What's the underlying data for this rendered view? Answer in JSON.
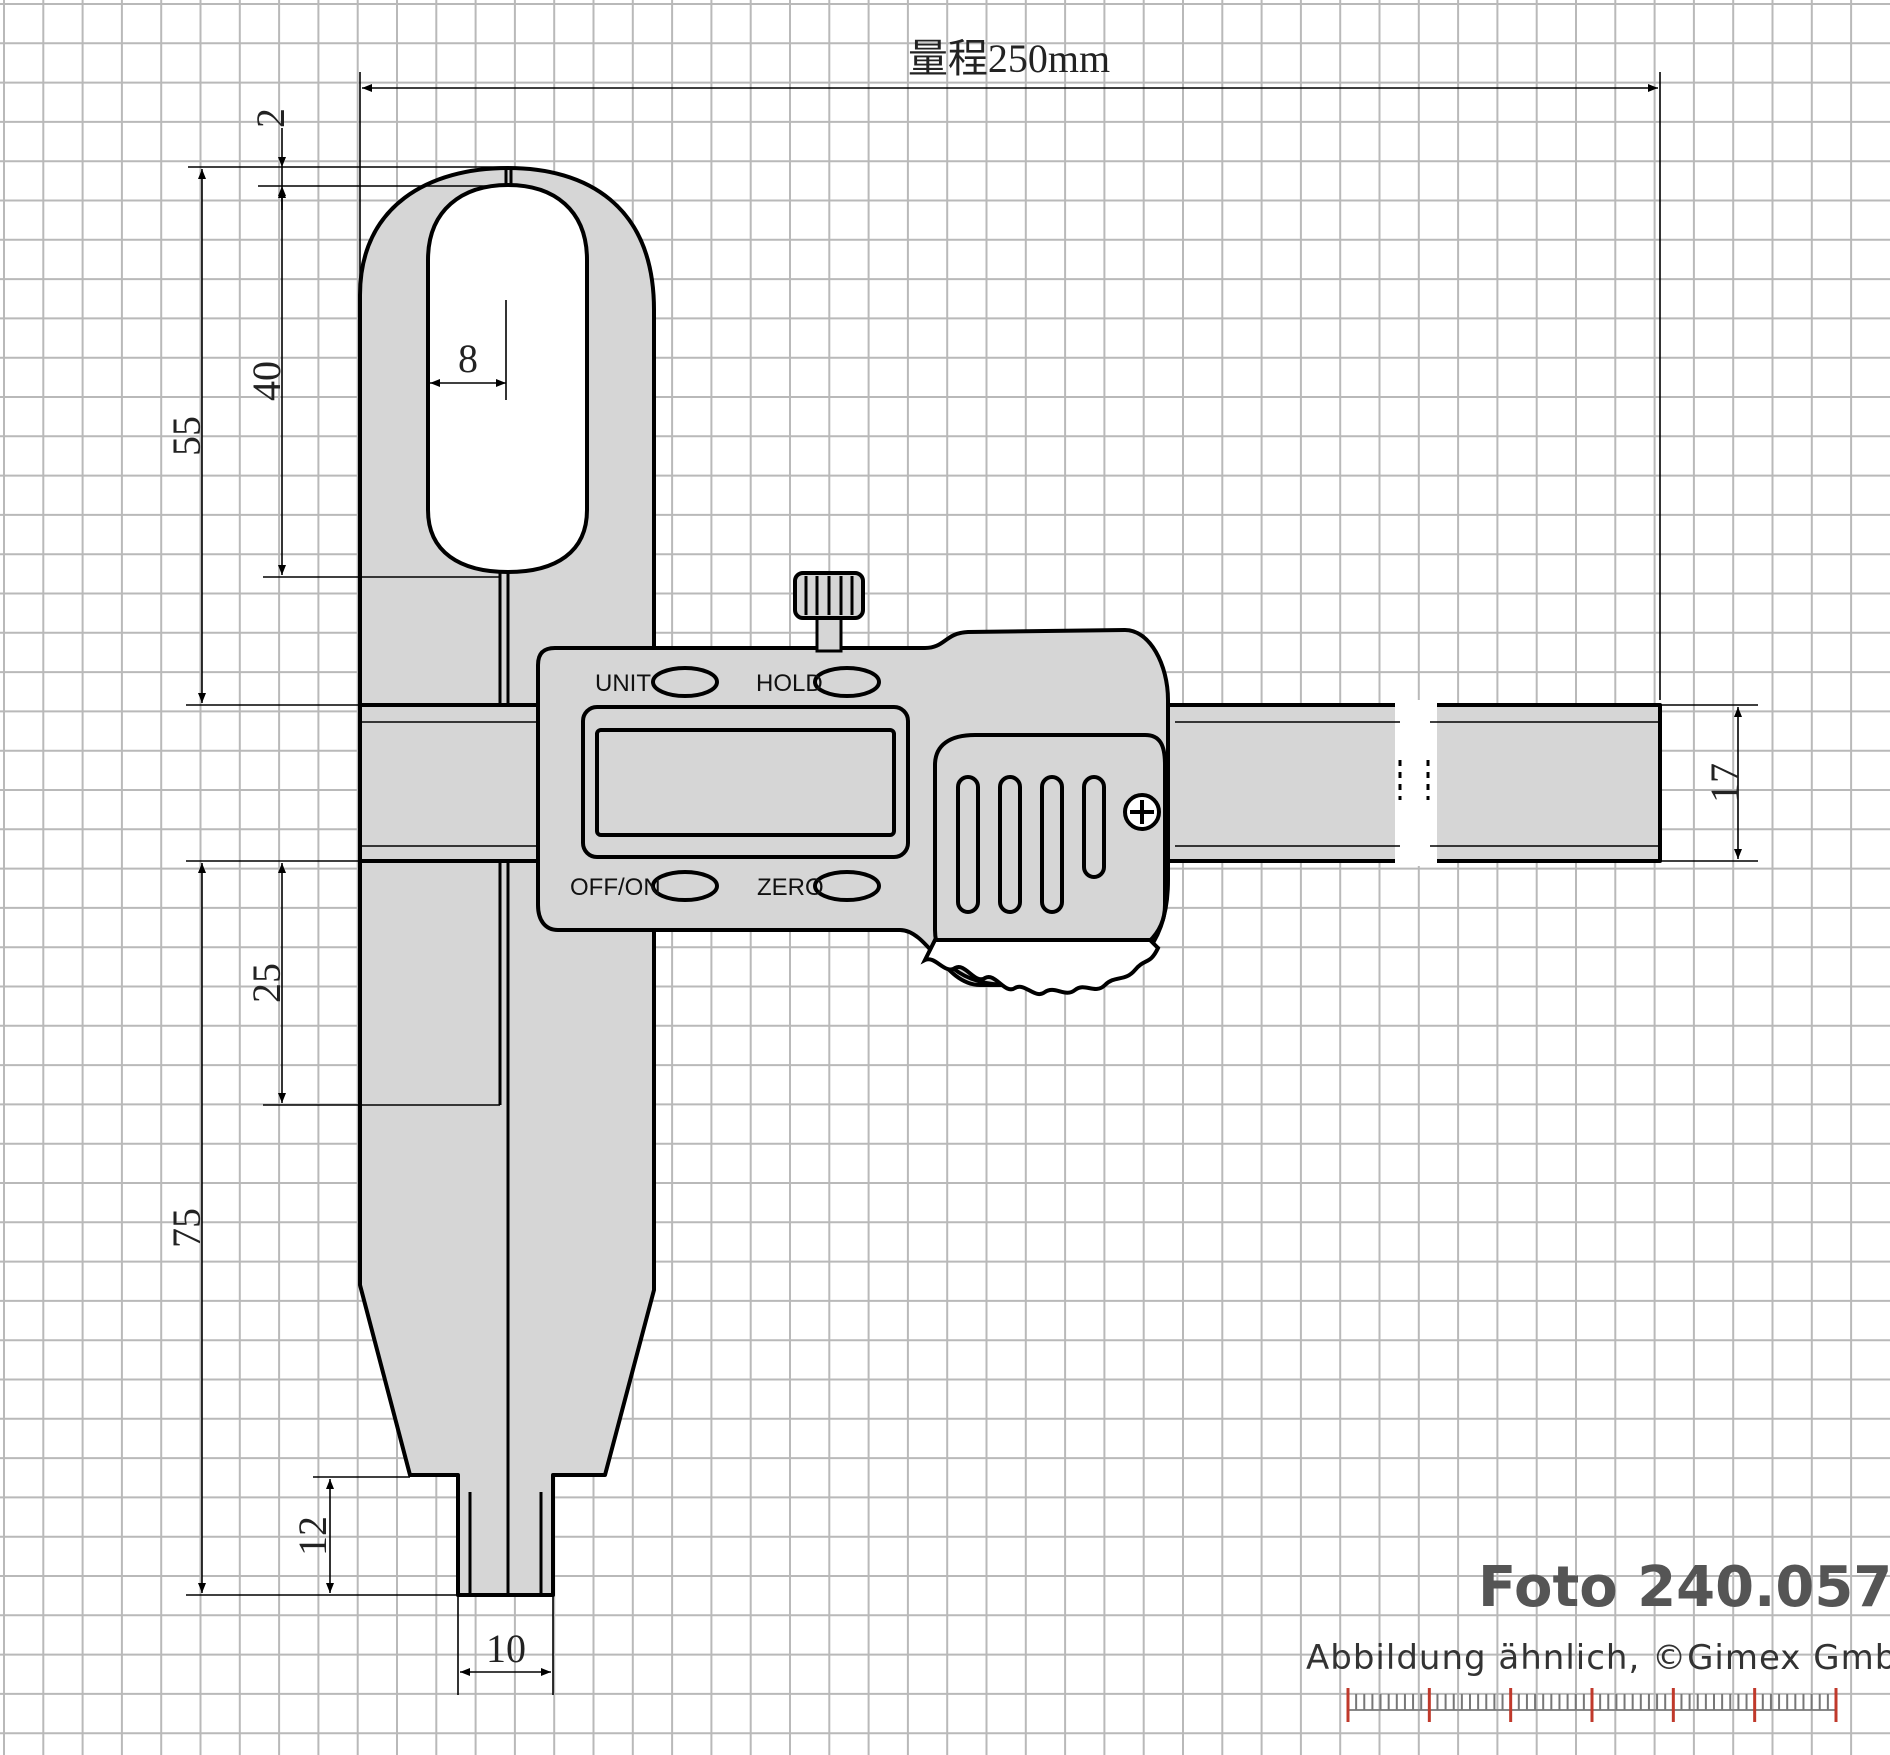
{
  "range_label": "量程250mm",
  "dimensions": {
    "top_gap": "2",
    "overall_upper": "55",
    "slot_length": "40",
    "slot_width": "8",
    "lower_jaw": "25",
    "overall_lower": "75",
    "tip_length": "12",
    "tip_width": "10",
    "beam_height": "17"
  },
  "buttons": {
    "unit": "UNIT",
    "hold": "HOLD",
    "power": "OFF/ON",
    "zero": "ZERO"
  },
  "photo_label": "Foto 240.057",
  "copyright": "Abbildung ähnlich, ©Gimex GmbH",
  "colors": {
    "grid": "#b9b9b9",
    "body": "#d6d6d6",
    "outline": "#000000",
    "scale_red": "#c0392b"
  },
  "icons": [
    "crosshead-screw-icon",
    "knurled-lock-screw-icon"
  ]
}
